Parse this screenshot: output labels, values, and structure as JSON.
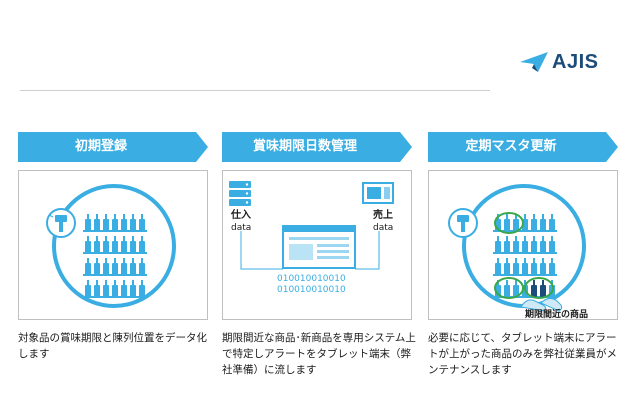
{
  "brand": {
    "name": "AJIS",
    "color": "#1c4c7a",
    "accent": "#3aaee2"
  },
  "steps": [
    {
      "title": "初期登録",
      "description": "対象品の賞味期限と陳列位置をデータ化します",
      "icon": "handheld-scanner-shelf-icon"
    },
    {
      "title": "賞味期限日数管理",
      "description": "期限間近な商品･新商品を専用システム上で特定しアラートをタブレット端末（弊社準備）に流します",
      "labels": {
        "purchase": "仕入",
        "purchase_data": "data",
        "sales": "売上",
        "sales_data": "data",
        "binary_line1": "010010010010",
        "binary_line2": "010010010010"
      },
      "icon": "server-database-icon"
    },
    {
      "title": "定期マスタ更新",
      "description": "必要に応じて、タブレット端末にアラートが上がった商品のみを弊社従業員がメンテナンスします",
      "callout": "期限間近の商品",
      "icon": "shelf-maintenance-icon"
    }
  ]
}
